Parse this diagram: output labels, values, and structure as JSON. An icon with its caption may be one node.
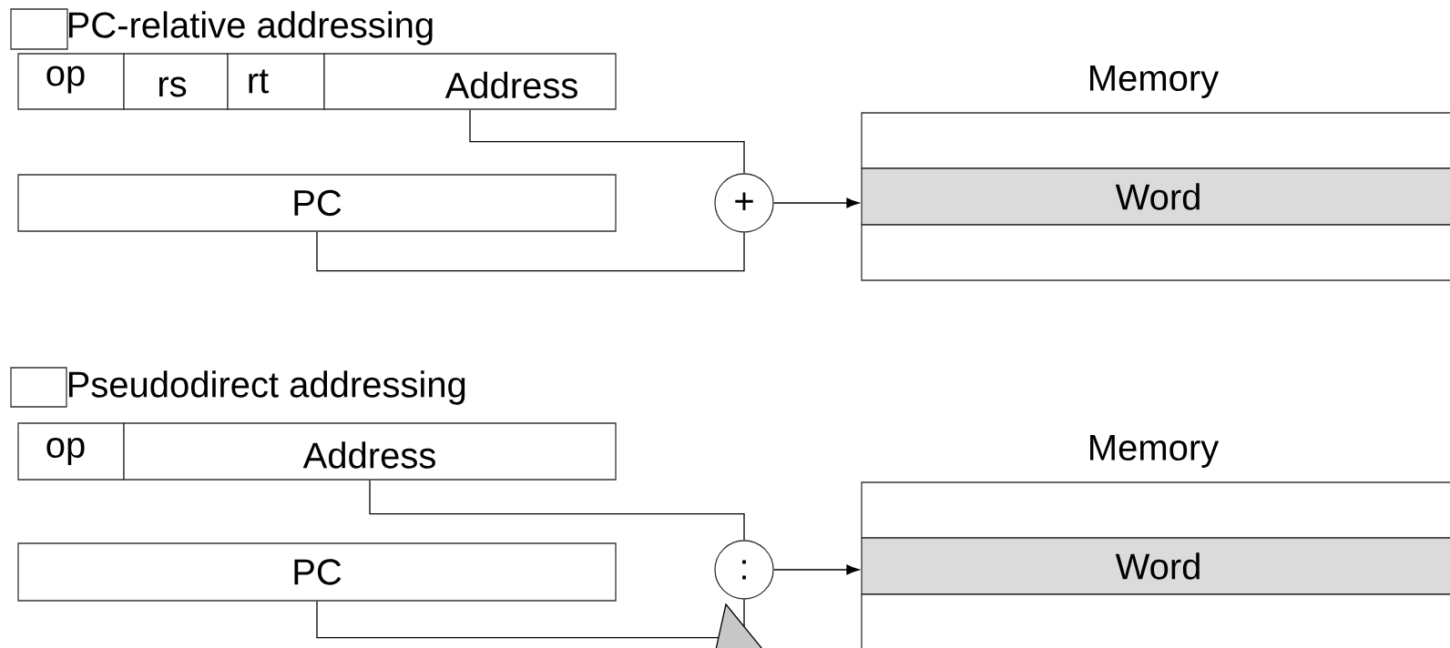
{
  "diagram": {
    "nodes": [
      {
        "text": [],
        "shape": "box"
      },
      {
        "text": [
          "op"
        ]
      },
      {
        "text": [
          "rs"
        ]
      },
      {
        "text": [
          "rt"
        ]
      },
      {
        "text": [
          "Address"
        ]
      },
      {
        "text": [
          "PC"
        ]
      },
      {
        "text": [
          "+"
        ]
      },
      {
        "text": [],
        "shape": "box"
      },
      {
        "text": [
          "Word"
        ]
      },
      {
        "text": [],
        "shape": "box"
      },
      {
        "text": [],
        "shape": "box"
      },
      {
        "text": [
          "op"
        ]
      },
      {
        "text": [
          "Address"
        ]
      },
      {
        "text": [
          "PC"
        ]
      },
      {
        "text": [
          ":"
        ]
      },
      {
        "text": [],
        "shape": "box"
      },
      {
        "text": [
          "Word"
        ]
      },
      {
        "text": [],
        "shape": "box"
      }
    ],
    "edges": [
      {
        "from": 4,
        "to": 6,
        "arrow": "none"
      },
      {
        "from": 5,
        "to": 6,
        "arrow": "none"
      },
      {
        "from": 6,
        "to": 8,
        "arrow": "to"
      },
      {
        "from": 12,
        "to": 14,
        "arrow": "none"
      },
      {
        "from": 13,
        "to": 14,
        "arrow": "none"
      },
      {
        "from": 14,
        "to": 16,
        "arrow": "to"
      }
    ],
    "labels": [
      "PC-relative addressing",
      "Memory",
      "Pseudodirect addressing",
      "Memory"
    ]
  }
}
